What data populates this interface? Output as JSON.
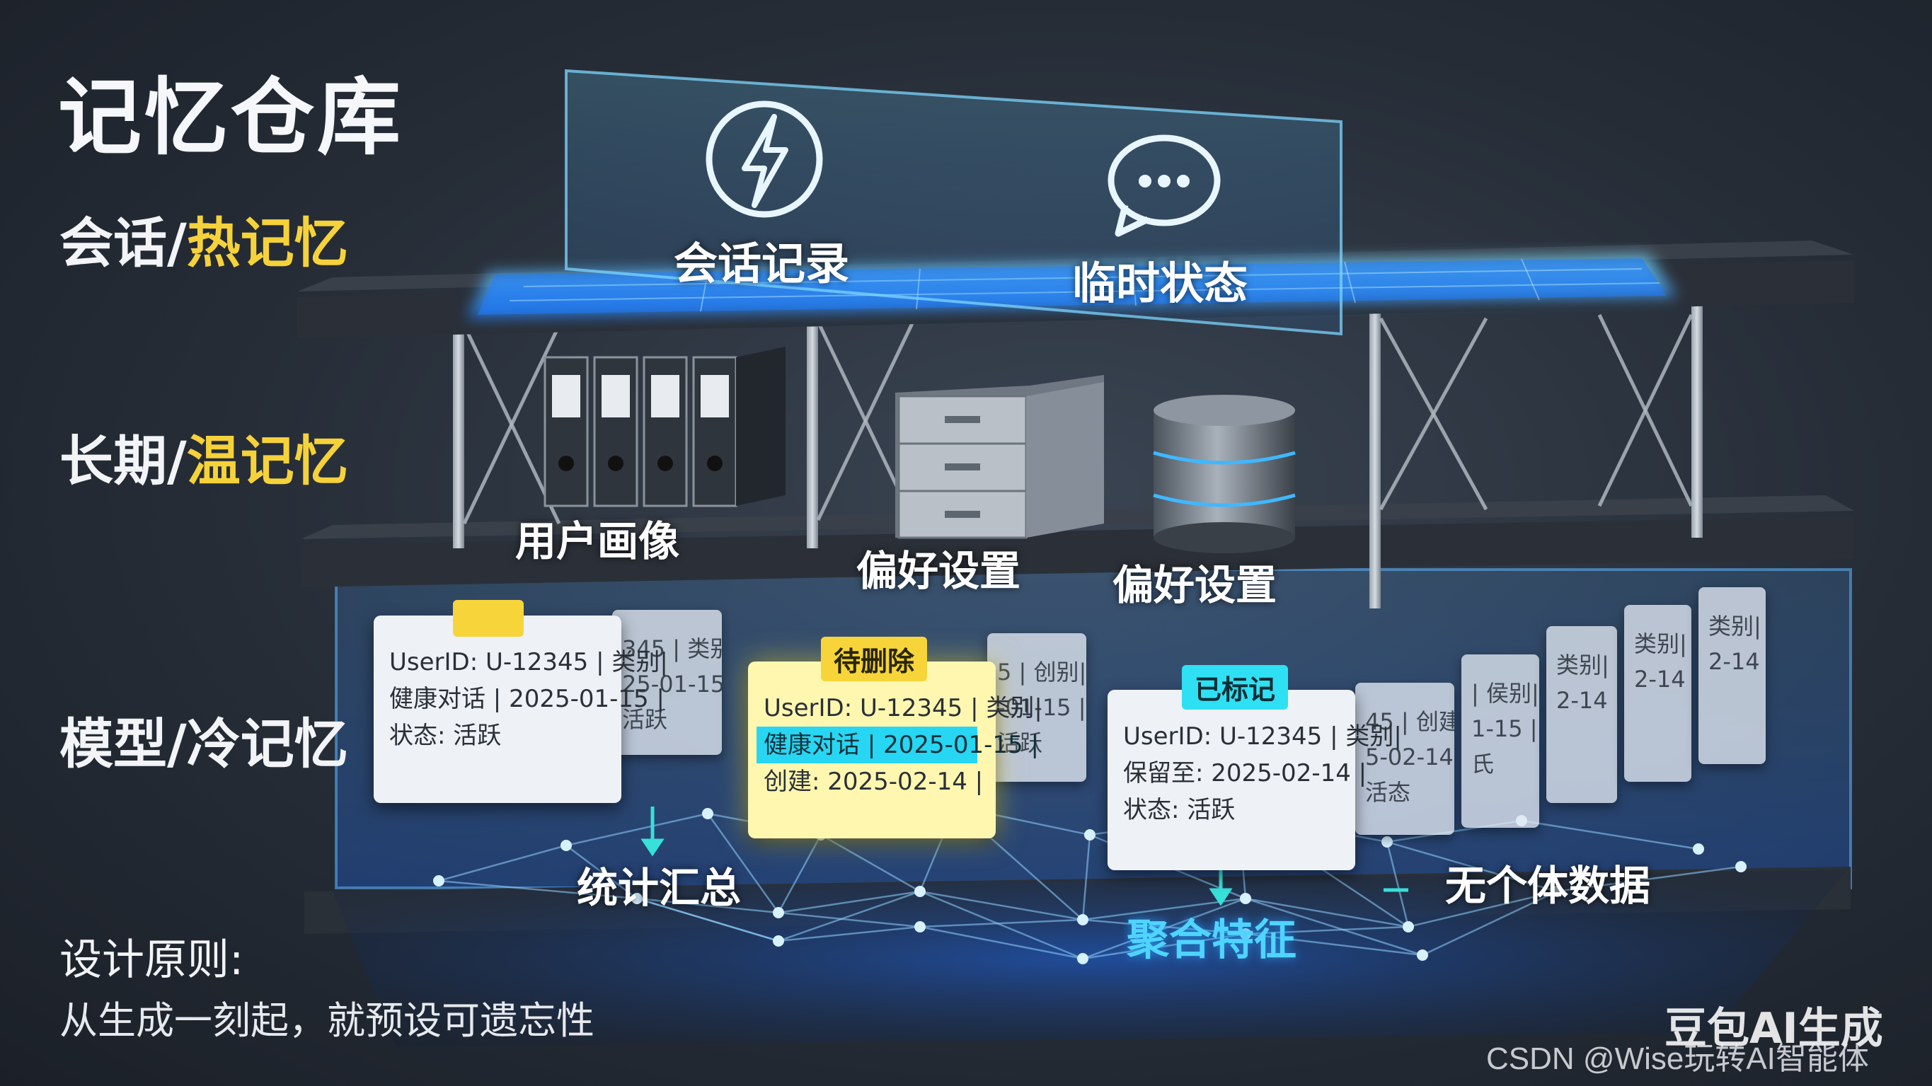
{
  "title": "记忆仓库",
  "tiers": {
    "hot": {
      "prefix": "会话/",
      "highlight": "热记忆"
    },
    "warm": {
      "prefix": "长期/",
      "highlight": "温记忆"
    },
    "cold": {
      "prefix": "模型/",
      "highlight": "冷记忆"
    }
  },
  "hot_layer": {
    "items": [
      {
        "label": "会话记录",
        "icon": "lightning-icon"
      },
      {
        "label": "临时状态",
        "icon": "chat-bubble-icon"
      }
    ]
  },
  "warm_layer": {
    "items": [
      {
        "label": "用户画像",
        "icon": "binders-icon"
      },
      {
        "label": "偏好设置",
        "icon": "cabinet-icon"
      },
      {
        "label": "偏好设置",
        "icon": "database-icon"
      }
    ]
  },
  "cold_layer": {
    "cards": [
      {
        "tab": "",
        "lines": [
          "UserID: U-12345 | 类别|",
          "健康对话 | 2025-01-15 |",
          "状态: 活跃"
        ]
      },
      {
        "tab": "待删除",
        "lines": [
          "UserID: U-12345 | 类别|",
          "健康对话 | 2025-01-15 |",
          "创建: 2025-02-14 |"
        ]
      },
      {
        "tab": "已标记",
        "lines": [
          "UserID: U-12345 | 类别|",
          "保留至: 2025-02-14 |",
          "状态: 活跃"
        ]
      }
    ],
    "ghost_cards": [
      {
        "lines": [
          "345 | 类别|",
          "25-01-15 |",
          "活跃"
        ]
      },
      {
        "lines": [
          "5 | 创别|",
          "-01-15 |",
          "活跃"
        ]
      },
      {
        "lines": [
          "45 | 创建:",
          "5-02-14 |",
          "活态"
        ]
      },
      {
        "lines": [
          "| 侯别|",
          "1-15 |",
          "氏"
        ]
      },
      {
        "lines": [
          "类别|",
          "2-14 |"
        ]
      },
      {
        "lines": [
          "类别|",
          "2-14 |"
        ]
      },
      {
        "lines": [
          "类别|",
          "2-14 |"
        ]
      }
    ],
    "labels": {
      "stats": "统计汇总",
      "aggregate": "聚合特征",
      "no_individual": "无个体数据"
    }
  },
  "principle": {
    "title": "设计原则:",
    "body": "从生成一刻起，就预设可遗忘性"
  },
  "watermark": {
    "brand": "豆包AI生成",
    "credit": "CSDN @Wise玩转AI智能体"
  },
  "colors": {
    "accent_yellow": "#f6d23a",
    "accent_cyan": "#4fd4ff",
    "glow_blue": "#1e90ff",
    "shelf_dark": "#2b3038"
  }
}
